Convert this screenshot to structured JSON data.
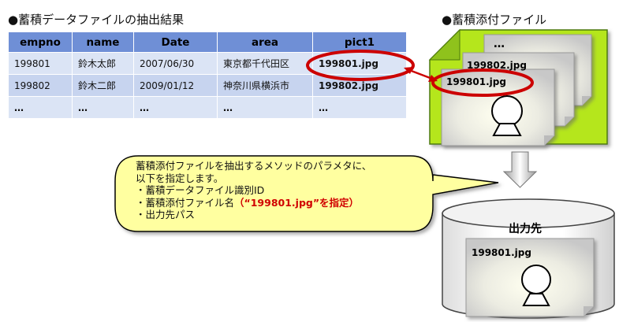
{
  "left_heading": "●蓄積データファイルの抽出結果",
  "right_heading": "●蓄積添付ファイル",
  "table": {
    "columns": [
      "empno",
      "name",
      "Date",
      "area",
      "pict1"
    ],
    "rows": [
      [
        "199801",
        "鈴木太郎",
        "2007/06/30",
        "東京都千代田区",
        "199801.jpg"
      ],
      [
        "199802",
        "鈴木二郎",
        "2009/01/12",
        "神奈川県横浜市",
        "199802.jpg"
      ],
      [
        "…",
        "…",
        "…",
        "…",
        "…"
      ]
    ]
  },
  "attachments": {
    "back_label": "…",
    "middle_label": "199802.jpg",
    "front_label": "199801.jpg"
  },
  "callout": {
    "line1": "蓄積添付ファイルを抽出するメソッドのパラメタに、",
    "line2": "以下を指定します。",
    "item1": "・蓄積データファイル識別ID",
    "item2_prefix": "・蓄積添付ファイル名",
    "item2_highlight": "（“199801.jpg”を指定）",
    "item3": "・出力先パス"
  },
  "output": {
    "title": "出力先",
    "file_label": "199801.jpg"
  },
  "colors": {
    "table_header": "#6f8fd6",
    "table_row": "#dbe4f5",
    "highlight_red": "#cc0000",
    "attachment_box": "#b5e61d",
    "callout_fill": "#ffffa0",
    "document_gray": "#d9d9d9"
  }
}
